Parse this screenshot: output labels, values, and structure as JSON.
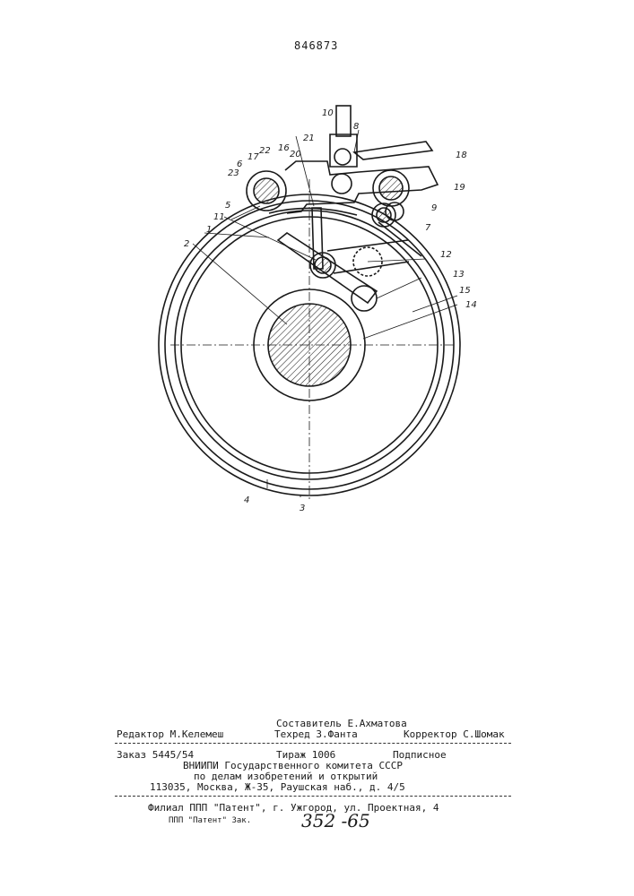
{
  "patent_number": "846873",
  "figure_labels": [
    "10",
    "8",
    "22",
    "16",
    "21",
    "17",
    "6",
    "23",
    "20",
    "18",
    "19",
    "5",
    "9",
    "11",
    "7",
    "2",
    "1",
    "12",
    "13",
    "15",
    "14",
    "4",
    "3"
  ],
  "imprint": {
    "compiler": "Составитель Е.Ахматова",
    "editor": "Редактор М.Келемеш",
    "techred": "Техред З.Фанта",
    "corrector": "Корректор С.Шомак",
    "order": "Заказ 5445/54",
    "print_run": "Тираж 1006",
    "subscription": "Подписное",
    "institute_line1": "ВНИИПИ Государственного комитета СССР",
    "institute_line2": "по делам изобретений и открытий",
    "address": "113035, Москва, Ж-35, Раушская наб., д. 4/5",
    "branch": "Филиал ППП \"Патент\", г. Ужгород, ул. Проектная, 4",
    "stamp_text": "ППП \"Патент\" Зак.",
    "handwritten_number": "352 -65"
  }
}
